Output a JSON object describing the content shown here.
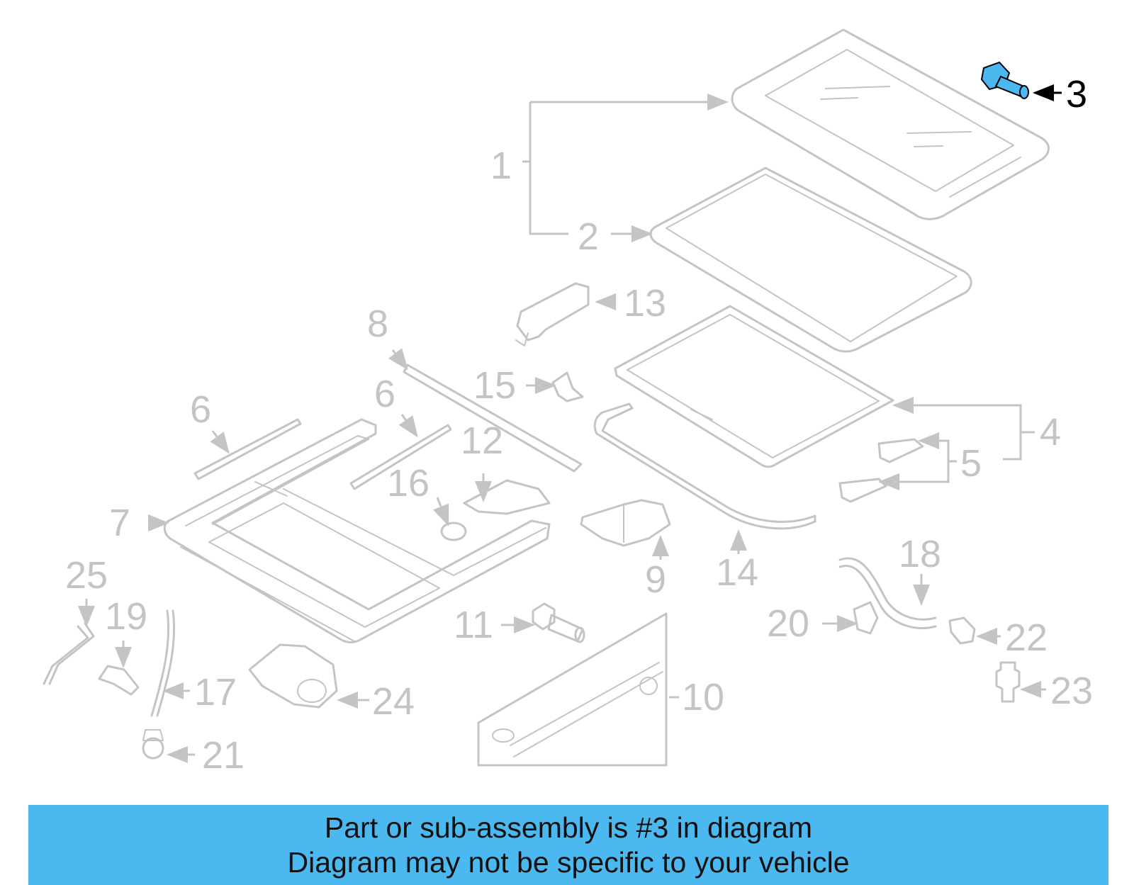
{
  "diagram": {
    "highlight_color": "#4cb8f0",
    "part_color": "#c4c4c4",
    "highlighted_callout": "3",
    "callouts": [
      "1",
      "2",
      "3",
      "4",
      "5",
      "6",
      "6",
      "7",
      "8",
      "9",
      "10",
      "11",
      "12",
      "13",
      "14",
      "15",
      "16",
      "17",
      "18",
      "19",
      "20",
      "21",
      "22",
      "23",
      "24",
      "25"
    ]
  },
  "banner": {
    "background": "#4cb8f0",
    "line1": "Part or sub-assembly is #3 in diagram",
    "line2": "Diagram may not be specific to your vehicle"
  }
}
